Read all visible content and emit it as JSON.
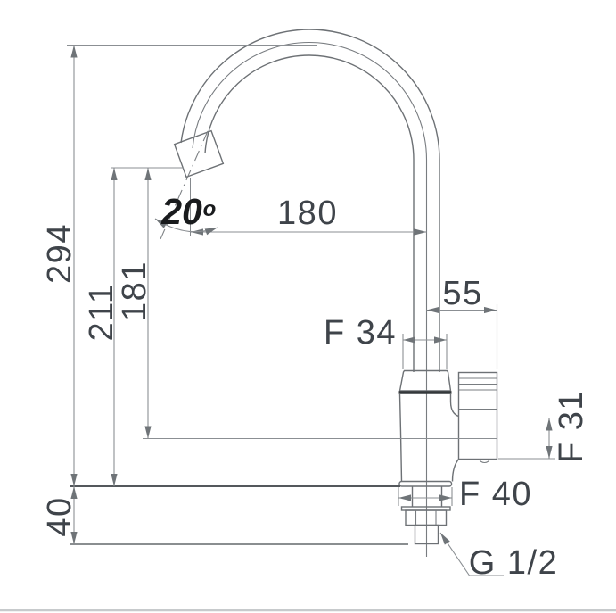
{
  "drawing": {
    "type": "faucet-installation-dimension-drawing",
    "dimensions": {
      "total_height": "294",
      "spout_outlet_height": "211",
      "aerator_height": "181",
      "deck_section_height": "40",
      "angle_value": "20",
      "angle_unit": "o",
      "spout_reach": "180",
      "handle_offset": "55",
      "body_width": "F 34",
      "handle_depth": "F 31",
      "base_width": "F 40",
      "thread_size": "G 1/2"
    },
    "colors": {
      "part_line": "#6d7175",
      "dimension_line": "#8b8f93",
      "dimension_text": "#3f444a",
      "angle_text": "#191b1d",
      "page_rule": "#c7cacc"
    }
  }
}
